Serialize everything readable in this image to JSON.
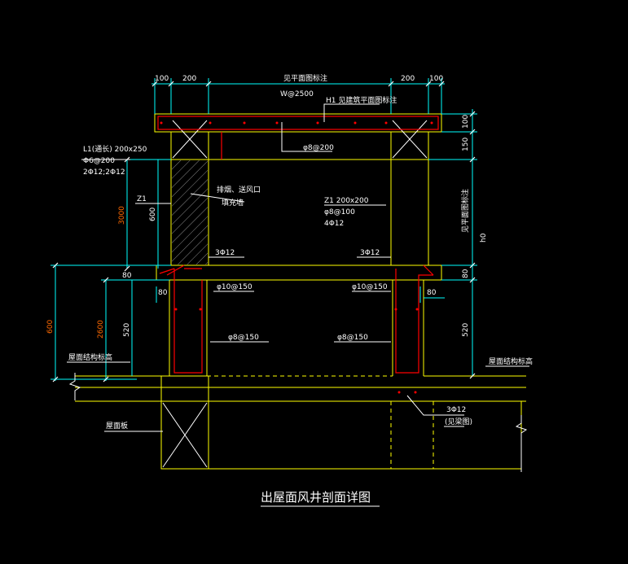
{
  "drawing": {
    "title": "出屋面风井剖面详图",
    "colors": {
      "background": "#000000",
      "outline": "#ffff00",
      "rebar": "#ff0000",
      "dimension": "#00ffff",
      "text": "#ffffff",
      "hatch": "#8a8a8a",
      "dimension_text_orange": "#ff6a00"
    }
  },
  "dims": {
    "top_left_100": "100",
    "top_left_200": "200",
    "top_mid": "见平面图标注",
    "top_right_200": "200",
    "top_right_100": "100",
    "right_100": "100",
    "right_150": "150",
    "right_mid": "见平面图标注",
    "right_h0": "h0",
    "right_80": "80",
    "right_520": "520",
    "left_3000": "3000",
    "left_600a": "600",
    "left_80": "80",
    "left_600b": "600",
    "left_2600": "2600",
    "left_520": "520",
    "inner_80_left": "80",
    "inner_80_right": "80"
  },
  "labels": {
    "wall_spacing": "W@2500",
    "h1": "H1 见建筑平面图标注",
    "beam_rebar": "φ8@200",
    "l1_line1": "L1(通长) 200x250",
    "l1_line2": "Φ6@200",
    "l1_line3": "2Φ12;2Φ12",
    "z1_left": "Z1",
    "infill_line1": "排烟、送风口",
    "infill_line2": "填充墙",
    "z1_title": "Z1 200x200",
    "z1_stirrup": "φ8@100",
    "z1_main": "4Φ12",
    "left_3phi12": "3Φ12",
    "right_3phi12": "3Φ12",
    "left_phi10": "φ10@150",
    "right_phi10": "φ10@150",
    "left_phi8": "φ8@150",
    "right_phi8": "φ8@150",
    "roof_level_left": "屋面结构标高",
    "roof_level_right": "屋面结构标高",
    "roof_slab": "屋面板",
    "bottom_3phi12": "3Φ12",
    "bottom_beam_note": "(见梁图)"
  }
}
